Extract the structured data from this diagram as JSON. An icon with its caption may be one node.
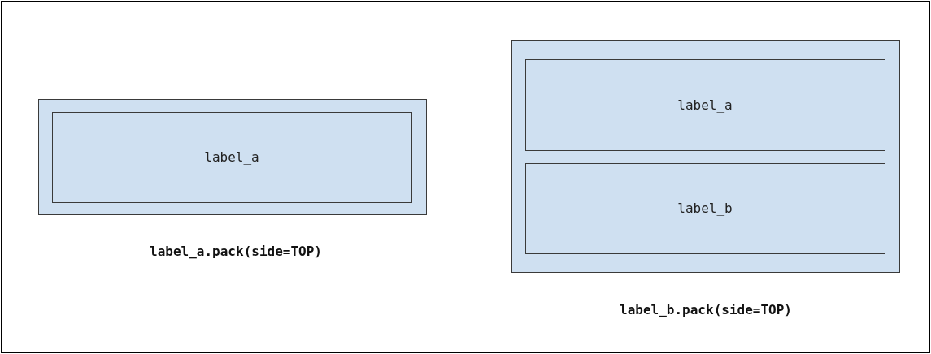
{
  "diagram": {
    "nodes": [
      {
        "text": [],
        "shape": "box",
        "beside": [
          "label_a.pack(side=TOP)"
        ]
      },
      {
        "text": [
          "label_a"
        ],
        "in": 0
      },
      {
        "text": [],
        "shape": "box",
        "beside": [
          "label_b.pack(side=TOP)"
        ]
      },
      {
        "text": [
          "label_a"
        ],
        "in": 2
      },
      {
        "text": [
          "label_b"
        ],
        "in": 2
      }
    ]
  }
}
